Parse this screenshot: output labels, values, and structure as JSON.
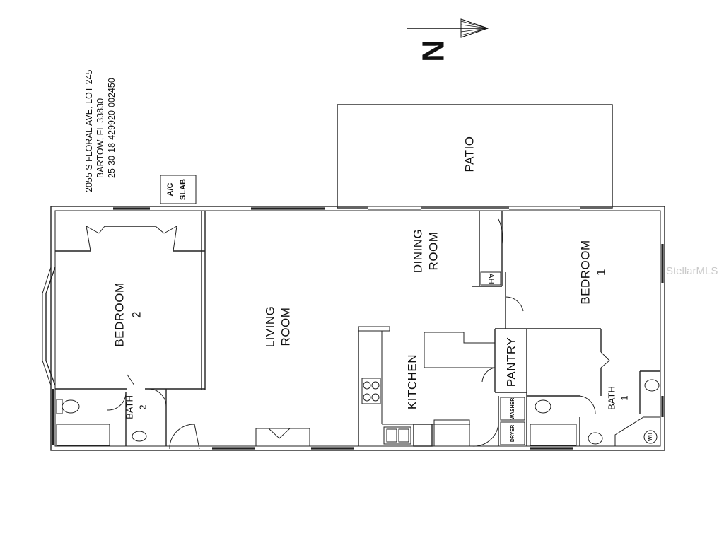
{
  "address": {
    "line1": "2055 S FLORAL AVE, LOT 245",
    "line2": "BARTOW, FL 33830",
    "line3": "25-30-18-429920-002450"
  },
  "compass": {
    "label": "N"
  },
  "watermark": "StellarMLS",
  "rooms": {
    "patio": "PATIO",
    "dining_1": "DINING",
    "dining_2": "ROOM",
    "bedroom1_1": "BEDROOM",
    "bedroom1_2": "1",
    "bedroom2_1": "BEDROOM",
    "bedroom2_2": "2",
    "living_1": "LIVING",
    "living_2": "ROOM",
    "kitchen": "KITCHEN",
    "pantry": "PANTRY",
    "bath1_1": "BATH",
    "bath1_2": "1",
    "bath2_1": "BATH",
    "bath2_2": "2"
  },
  "fixtures": {
    "ac_1": "A/C",
    "ac_2": "SLAB",
    "ah": "AH",
    "washer": "WASHER",
    "dryer": "DRYER",
    "wh": "WH"
  }
}
